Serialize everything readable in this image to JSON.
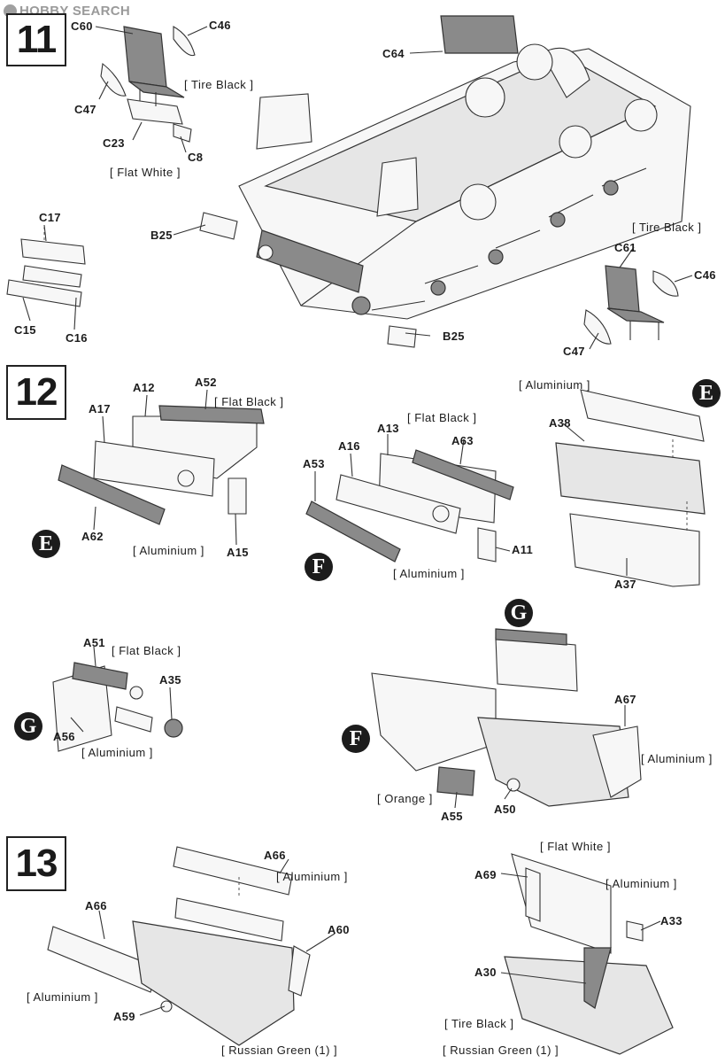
{
  "watermark": {
    "text": "HOBBY SEARCH"
  },
  "steps": [
    {
      "number": "11",
      "parts": {
        "c60": "C60",
        "c46a": "C46",
        "c47a": "C47",
        "c23": "C23",
        "c8": "C8",
        "c64": "C64",
        "c17": "C17",
        "c15": "C15",
        "c16": "C16",
        "b25a": "B25",
        "b25b": "B25",
        "c61": "C61",
        "c46b": "C46",
        "c47b": "C47"
      },
      "paints": {
        "tire_black_a": "[ Tire Black ]",
        "flat_white": "[ Flat White ]",
        "tire_black_b": "[ Tire Black ]"
      }
    },
    {
      "number": "12",
      "parts": {
        "a12": "A12",
        "a52": "A52",
        "a17": "A17",
        "a62": "A62",
        "a15": "A15",
        "a13": "A13",
        "a63": "A63",
        "a16": "A16",
        "a53": "A53",
        "a11": "A11",
        "a38": "A38",
        "a37": "A37",
        "a51": "A51",
        "a35": "A35",
        "a56": "A56",
        "a67": "A67",
        "a55": "A55",
        "a50": "A50"
      },
      "paints": {
        "flat_black_a": "[ Flat Black ]",
        "aluminium_a": "[ Aluminium ]",
        "flat_black_b": "[ Flat Black ]",
        "aluminium_b": "[ Aluminium ]",
        "aluminium_c": "[ Aluminium ]",
        "flat_black_c": "[ Flat Black ]",
        "aluminium_d": "[ Aluminium ]",
        "aluminium_e": "[ Aluminium ]",
        "orange": "[ Orange ]"
      },
      "markers": {
        "e1": "E",
        "e2": "E",
        "f1": "F",
        "f2": "F",
        "g1": "G",
        "g2": "G"
      }
    },
    {
      "number": "13",
      "parts": {
        "a66a": "A66",
        "a66b": "A66",
        "a60": "A60",
        "a59": "A59",
        "a69": "A69",
        "a33": "A33",
        "a30": "A30"
      },
      "paints": {
        "aluminium_a": "[ Aluminium ]",
        "aluminium_b": "[ Aluminium ]",
        "russian_green_a": "[ Russian Green (1) ]",
        "flat_white": "[ Flat White ]",
        "aluminium_c": "[ Aluminium ]",
        "tire_black": "[ Tire Black ]",
        "russian_green_b": "[ Russian Green (1) ]"
      }
    }
  ]
}
